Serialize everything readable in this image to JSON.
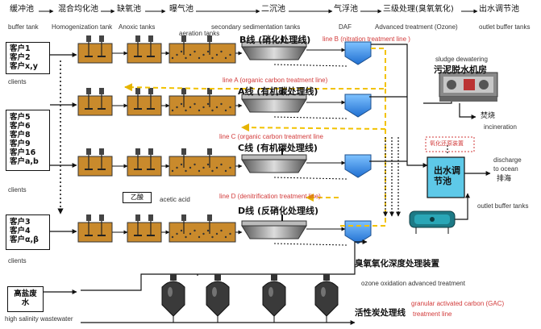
{
  "header": {
    "stages": [
      {
        "cn": "缓冲池",
        "en": "buffer tank"
      },
      {
        "cn": "混合均化池",
        "en": "Homogenization tank"
      },
      {
        "cn": "缺氧池",
        "en": "Anoxic tanks"
      },
      {
        "cn": "曝气池",
        "en": "aeration tanks"
      },
      {
        "cn": "二沉池",
        "en": "secondary sedimentation tanks"
      },
      {
        "cn": "气浮池",
        "en": "DAF"
      },
      {
        "cn": "三级处理(臭氧氧化)",
        "en": "Advanced treatment (Ozone)"
      },
      {
        "cn": "出水调节池",
        "en": "outlet buffer tanks"
      }
    ]
  },
  "clients": {
    "group1": [
      "客户1",
      "客户2",
      "客户x,y"
    ],
    "group2": [
      "客户5",
      "客户6",
      "客户8",
      "客户9",
      "客户16",
      "客户a,b"
    ],
    "group3": [
      "客户3",
      "客户4",
      "客户α,β"
    ],
    "label": "clients",
    "saline_cn": [
      "高盐废",
      "水"
    ],
    "saline_en": "high salinity wastewater"
  },
  "lines": {
    "b_cn": "B线 (硝化处理线)",
    "b_en": "line B (nitration treatment line )",
    "a_cn": "A线 (有机碳处理线)",
    "a_en": "line A (organic carbon treatment line)",
    "c_cn": "C线 (有机碳处理线)",
    "c_en": "line C (organic carbon treatment line",
    "d_cn": "D线 (反硝化处理线)",
    "d_en": "line D (denitrification treatment line)"
  },
  "acetic": {
    "cn": "乙酸",
    "en": "acetic acid"
  },
  "sludge": {
    "en": "sludge dewatering",
    "cn": "污泥脱水机房",
    "burn_cn": "焚烧",
    "burn_en": "incineration"
  },
  "outlet": {
    "tank_cn": [
      "出水调",
      "节池"
    ],
    "reduce": "氧化还原装置",
    "discharge_en": [
      "discharge",
      "to ocean"
    ],
    "discharge_cn": "排海",
    "buffer_en": "outlet buffer tanks"
  },
  "ozone": {
    "cn": "臭氧氧化深度处理装置",
    "en": "ozone oxidation advanced treatment"
  },
  "gac": {
    "cn": "活性炭处理线",
    "en": [
      "granular activated carbon (GAC)",
      "treatment line"
    ]
  },
  "colors": {
    "tank": "#c98a2c",
    "water": "#3b8fe0",
    "outlet": "#5ec9e8",
    "dash": "#f2c200",
    "red": "#d23a3a"
  }
}
